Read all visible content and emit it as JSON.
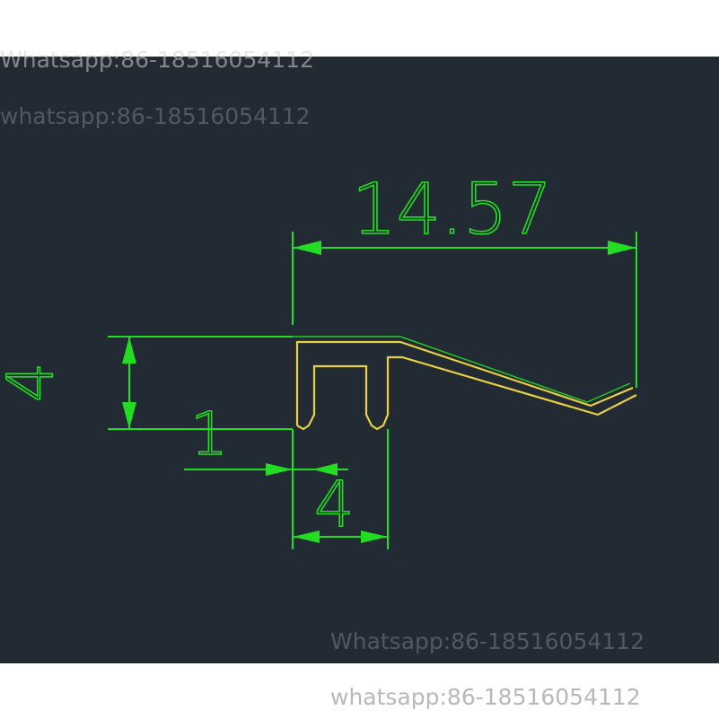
{
  "watermarks": [
    "Whatsapp:86-18516054112",
    "whatsapp:86-18516054112",
    "Whatsapp:86-18516054112",
    "whatsapp:86-18516054112"
  ],
  "dimensions": {
    "overall_width": "14.57",
    "height": "4",
    "slot_depth": "1",
    "width": "4"
  },
  "colors": {
    "background": "#222b33",
    "dimension": "#22dd22",
    "profile": "#e8d040"
  }
}
